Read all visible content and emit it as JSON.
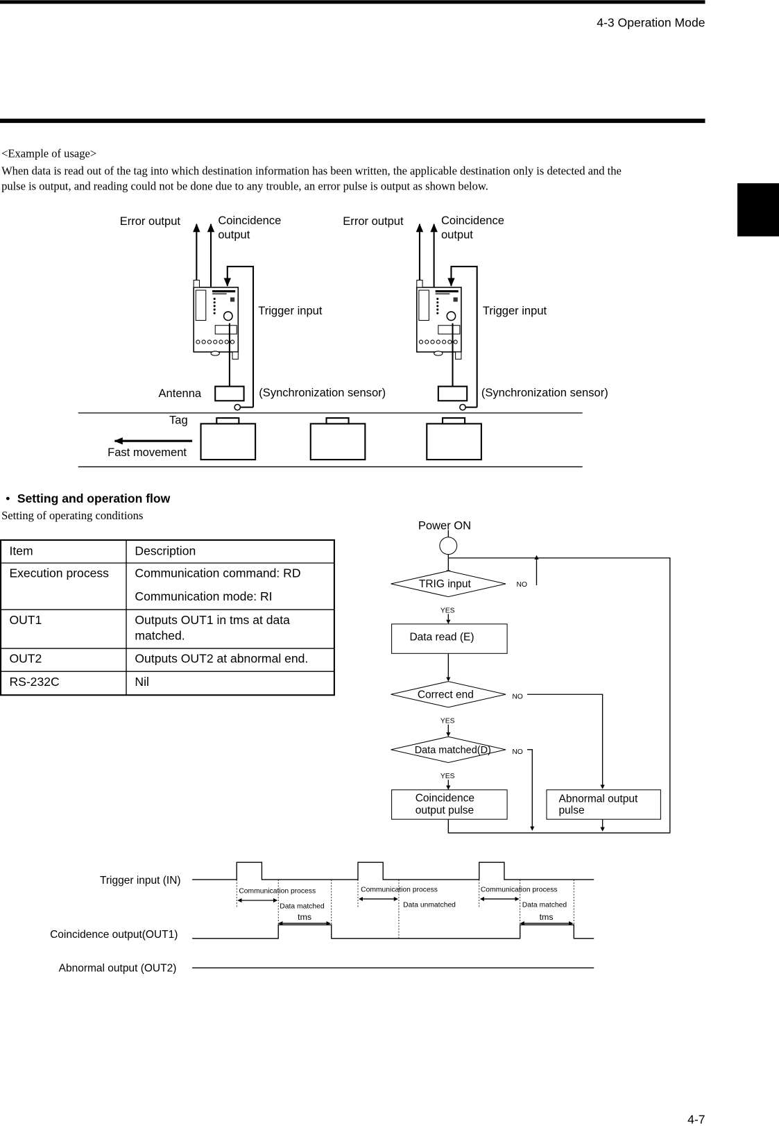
{
  "header": {
    "section": "4-3 Operation Mode",
    "page_number": "4-7"
  },
  "example": {
    "heading": "<Example of usage>",
    "line1": "When data is read out of the tag into which destination information has been written, the applicable destination only is detected and  the",
    "line2": "pulse is output, and reading could not be done due to any trouble, an error pulse is output as shown below."
  },
  "diagram": {
    "error_output": "Error output",
    "coincidence": "Coincidence",
    "output": "output",
    "trigger_input": "Trigger input",
    "antenna": "Antenna",
    "sync_sensor": "(Synchronization sensor)",
    "tag": "Tag",
    "fast_movement": "Fast movement"
  },
  "flow_section": {
    "bullet": "•",
    "title": "Setting and operation flow",
    "subtitle": "Setting of operating conditions"
  },
  "table": {
    "headers": [
      "Item",
      "Description"
    ],
    "rows": [
      {
        "item": "Execution process",
        "desc1": "Communication command: RD",
        "desc2": "Communication mode: RI"
      },
      {
        "item": "OUT1",
        "desc1": "Outputs OUT1 in tms at data",
        "desc2": "matched."
      },
      {
        "item": "OUT2",
        "desc1": "Outputs OUT2 at abnormal end."
      },
      {
        "item": "RS-232C",
        "desc1": "Nil"
      }
    ]
  },
  "flowchart": {
    "power_on": "Power ON",
    "trig": "TRIG input",
    "data_read": "Data read (E)",
    "correct_end": "Correct end",
    "data_matched": "Data matched(D)",
    "yes": "YES",
    "no": "NO",
    "coincidence_pulse_1": "Coincidence",
    "coincidence_pulse_2": "output pulse",
    "abnormal_pulse_1": "Abnormal output",
    "abnormal_pulse_2": "pulse"
  },
  "timing": {
    "trigger_label": "Trigger input (IN)",
    "out1_label": "Coincidence output(OUT1)",
    "out2_label": "Abnormal output (OUT2)",
    "comm_process": "Communication process",
    "data_matched": "Data matched",
    "data_unmatched": "Data unmatched",
    "tms": "tms"
  }
}
